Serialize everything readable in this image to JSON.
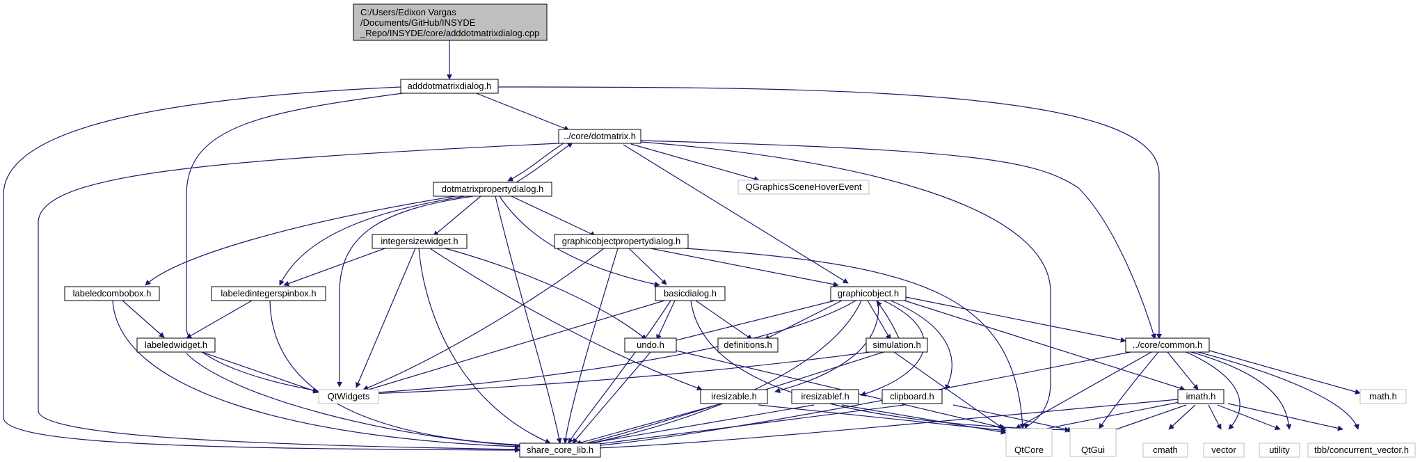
{
  "colors": {
    "edge": "#191970",
    "root_fill": "#bfbfbf",
    "node_border": "#000000",
    "external_border": "#bfbfbf"
  },
  "nodes": {
    "root": {
      "lines": [
        "C:/Users/Edixon Vargas",
        "/Documents/GitHub/INSYDE",
        "_Repo/INSYDE/core/adddotmatrixdialog.cpp"
      ]
    },
    "adddotmatrixdialog_h": "adddotmatrixdialog.h",
    "dotmatrix_h": "../core/dotmatrix.h",
    "dotmatrixpropertydialog_h": "dotmatrixpropertydialog.h",
    "qgraphicsscenehoverevent": "QGraphicsSceneHoverEvent",
    "integersizewidget_h": "integersizewidget.h",
    "graphicobjectpropertydialog_h": "graphicobjectpropertydialog.h",
    "labeledcombobox_h": "labeledcombobox.h",
    "labeledintegerspinbox_h": "labeledintegerspinbox.h",
    "basicdialog_h": "basicdialog.h",
    "graphicobject_h": "graphicobject.h",
    "labeledwidget_h": "labeledwidget.h",
    "undo_h": "undo.h",
    "definitions_h": "definitions.h",
    "simulation_h": "simulation.h",
    "common_h": "../core/common.h",
    "qtwidgets": "QtWidgets",
    "iresizable_h": "iresizable.h",
    "iresizablef_h": "iresizablef.h",
    "clipboard_h": "clipboard.h",
    "imath_h": "imath.h",
    "math_h": "math.h",
    "share_core_lib_h": "share_core_lib.h",
    "qtcore": "QtCore",
    "qtgui": "QtGui",
    "cmath": "cmath",
    "vector": "vector",
    "utility": "utility",
    "tbb_concurrent_vector_h": "tbb/concurrent_vector.h"
  }
}
